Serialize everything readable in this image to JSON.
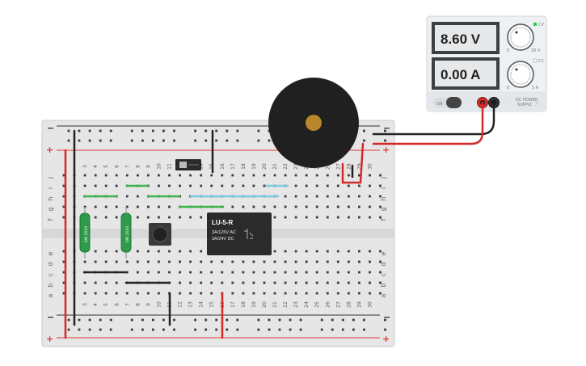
{
  "power_supply": {
    "voltage_display": "8.60 V",
    "current_display": "0.00 A",
    "voltage_knob_min": "0",
    "voltage_knob_max": "30 V",
    "current_knob_min": "0",
    "current_knob_max": "5 A",
    "cv_label": "CV",
    "cc_label": "CC",
    "on_label": "ON",
    "brand_line1": "DC POWER",
    "brand_line2": "SUPPLY",
    "led_color": "#2ecc40"
  },
  "relay": {
    "title": "LU-5-R",
    "line1": "3A/125V AC",
    "line2": "3A/24V  DC"
  },
  "resistors": [
    {
      "label": "SW 2010"
    },
    {
      "label": "SW 2010"
    }
  ],
  "breadboard": {
    "columns_top": [
      "3",
      "4",
      "5",
      "6",
      "7",
      "8",
      "9",
      "10",
      "11",
      "12",
      "13",
      "14",
      "15",
      "16",
      "17",
      "18",
      "19",
      "20",
      "21",
      "22",
      "23",
      "24",
      "25",
      "26",
      "27",
      "28",
      "29",
      "30"
    ],
    "columns_bottom": [
      "3",
      "4",
      "5",
      "6",
      "7",
      "8",
      "9",
      "10",
      "11",
      "12",
      "13",
      "14",
      "15",
      "16",
      "17",
      "18",
      "19",
      "20",
      "21",
      "22",
      "23",
      "24",
      "25",
      "26",
      "27",
      "28",
      "29",
      "30"
    ],
    "rows_top": [
      "j",
      "i",
      "h",
      "g",
      "f"
    ],
    "rows_bottom": [
      "e",
      "d",
      "c",
      "b",
      "a"
    ],
    "minus": "−",
    "plus": "+"
  },
  "colors": {
    "wire_red": "#d62828",
    "wire_black": "#222222",
    "wire_green": "#3cb44b",
    "wire_blue": "#7ec8e3",
    "rail_red": "#e03131",
    "rail_blue": "#333333"
  }
}
